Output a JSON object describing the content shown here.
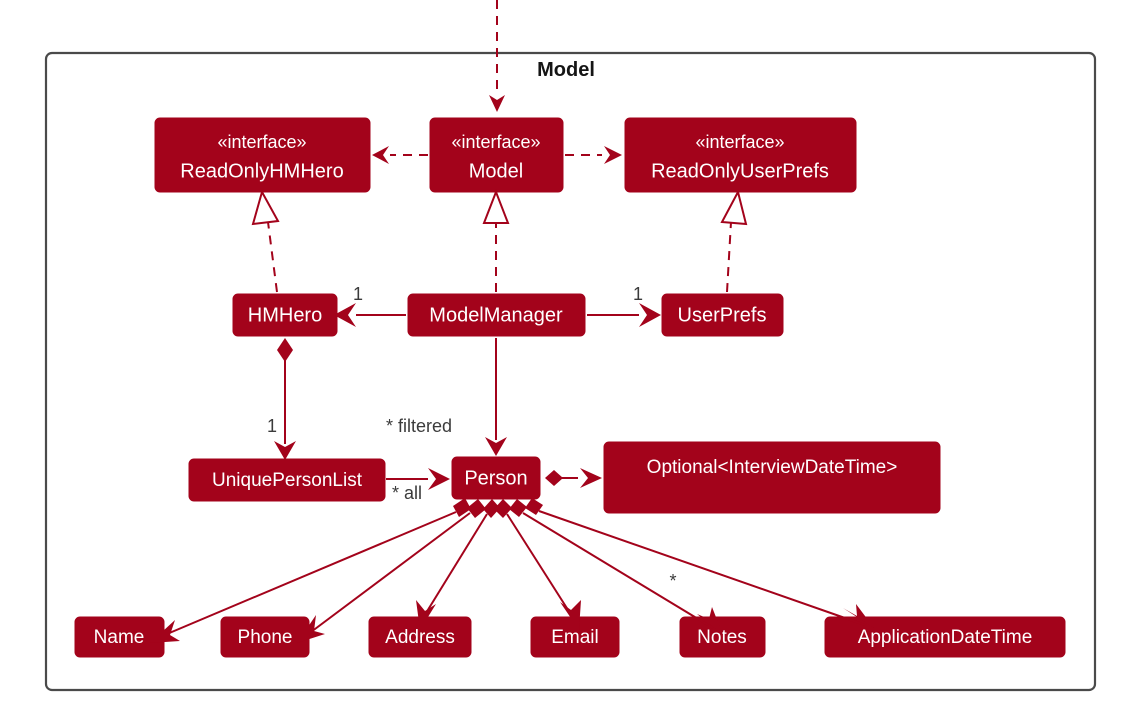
{
  "diagram": {
    "package_title": "Model",
    "accent_color": "#A3031B",
    "border_color": "#4a4a4a",
    "background": "#ffffff"
  },
  "classes": {
    "read_only_hm_hero": {
      "stereotype": "«interface»",
      "name": "ReadOnlyHMHero"
    },
    "model": {
      "stereotype": "«interface»",
      "name": "Model"
    },
    "read_only_user_prefs": {
      "stereotype": "«interface»",
      "name": "ReadOnlyUserPrefs"
    },
    "hm_hero": {
      "name": "HMHero"
    },
    "model_manager": {
      "name": "ModelManager"
    },
    "user_prefs": {
      "name": "UserPrefs"
    },
    "unique_person_list": {
      "name": "UniquePersonList"
    },
    "person": {
      "name": "Person"
    },
    "optional_interview": {
      "name": "Optional<InterviewDateTime>"
    },
    "attr_name": {
      "name": "Name"
    },
    "attr_phone": {
      "name": "Phone"
    },
    "attr_address": {
      "name": "Address"
    },
    "attr_email": {
      "name": "Email"
    },
    "attr_notes": {
      "name": "Notes"
    },
    "attr_application_date_time": {
      "name": "ApplicationDateTime"
    }
  },
  "labels": {
    "hmhero_mult": "1",
    "userprefs_mult": "1",
    "uniquepersonlist_mult": "1",
    "filtered_mult": "* filtered",
    "all_mult": "* all",
    "notes_mult": "*"
  },
  "relationships": [
    {
      "from": "model",
      "to": "read_only_hm_hero",
      "type": "realization-dashed-arrow"
    },
    {
      "from": "model",
      "to": "read_only_user_prefs",
      "type": "realization-dashed-arrow"
    },
    {
      "from": "hm_hero",
      "to": "read_only_hm_hero",
      "type": "implements-hollow-triangle"
    },
    {
      "from": "model_manager",
      "to": "model",
      "type": "implements-hollow-triangle"
    },
    {
      "from": "user_prefs",
      "to": "read_only_user_prefs",
      "type": "implements-hollow-triangle"
    },
    {
      "from": "model_manager",
      "to": "hm_hero",
      "type": "association",
      "label": "1"
    },
    {
      "from": "model_manager",
      "to": "user_prefs",
      "type": "association",
      "label": "1"
    },
    {
      "from": "hm_hero",
      "to": "unique_person_list",
      "type": "composition",
      "label": "1"
    },
    {
      "from": "model_manager",
      "to": "person",
      "type": "association",
      "label": "* filtered"
    },
    {
      "from": "unique_person_list",
      "to": "person",
      "type": "association",
      "label": "* all"
    },
    {
      "from": "person",
      "to": "optional_interview",
      "type": "composition"
    },
    {
      "from": "person",
      "to": "attr_name",
      "type": "composition"
    },
    {
      "from": "person",
      "to": "attr_phone",
      "type": "composition"
    },
    {
      "from": "person",
      "to": "attr_address",
      "type": "composition"
    },
    {
      "from": "person",
      "to": "attr_email",
      "type": "composition"
    },
    {
      "from": "person",
      "to": "attr_notes",
      "type": "composition",
      "label": "*"
    },
    {
      "from": "person",
      "to": "attr_application_date_time",
      "type": "composition"
    }
  ]
}
